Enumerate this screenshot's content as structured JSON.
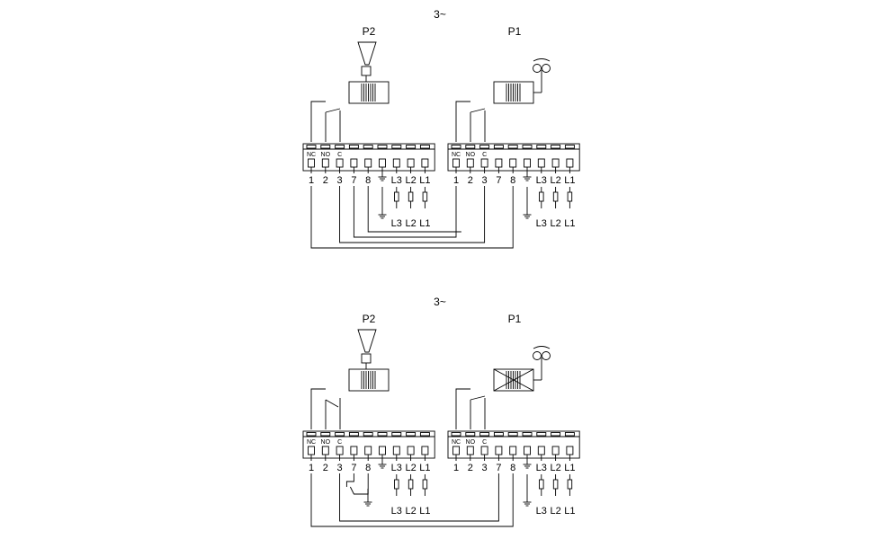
{
  "diagrams": [
    {
      "supply": "3~",
      "pump_left": "P2",
      "pump_right": "P1",
      "terminals_left": [
        "1",
        "2",
        "3",
        "7",
        "8",
        "⏚",
        "L3",
        "L2",
        "L1"
      ],
      "contacts_left": [
        "NC",
        "NO",
        "C"
      ],
      "terminals_right": [
        "1",
        "2",
        "3",
        "7",
        "8",
        "⏚",
        "L3",
        "L2",
        "L1"
      ],
      "contacts_right": [
        "NC",
        "NO",
        "C"
      ],
      "supply_left": [
        "L3",
        "L2",
        "L1"
      ],
      "supply_right": [
        "L3",
        "L2",
        "L1"
      ]
    },
    {
      "supply": "3~",
      "pump_left": "P2",
      "pump_right": "P1",
      "terminals_left": [
        "1",
        "2",
        "3",
        "7",
        "8",
        "⏚",
        "L3",
        "L2",
        "L1"
      ],
      "contacts_left": [
        "NC",
        "NO",
        "C"
      ],
      "terminals_right": [
        "1",
        "2",
        "3",
        "7",
        "8",
        "⏚",
        "L3",
        "L2",
        "L1"
      ],
      "contacts_right": [
        "NC",
        "NO",
        "C"
      ],
      "supply_left": [
        "L3",
        "L2",
        "L1"
      ],
      "supply_right": [
        "L3",
        "L2",
        "L1"
      ]
    }
  ]
}
